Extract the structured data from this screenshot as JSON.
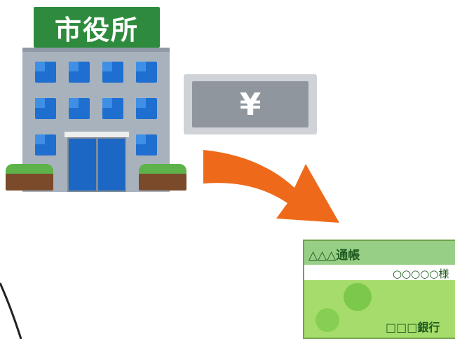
{
  "city_hall": {
    "sign_text": "市役所",
    "colors": {
      "sign": "#2e8b3e",
      "wall": "#a7b2bd",
      "window": "#1e6fd0",
      "bush": "#5db34a",
      "soil": "#7a4a2a"
    }
  },
  "banknote": {
    "symbol": "¥",
    "colors": {
      "outer": "#cfd3d8",
      "inner": "#8f969e"
    }
  },
  "arrow": {
    "color": "#ee6a1a",
    "icon": "curved-arrow-icon"
  },
  "passbook": {
    "title": "△△△通帳",
    "holder": "○○○○○様",
    "bank": "□□□銀行",
    "colors": {
      "body": "#a6dc6b",
      "header": "#98cf86",
      "text": "#1e5a1e"
    }
  }
}
